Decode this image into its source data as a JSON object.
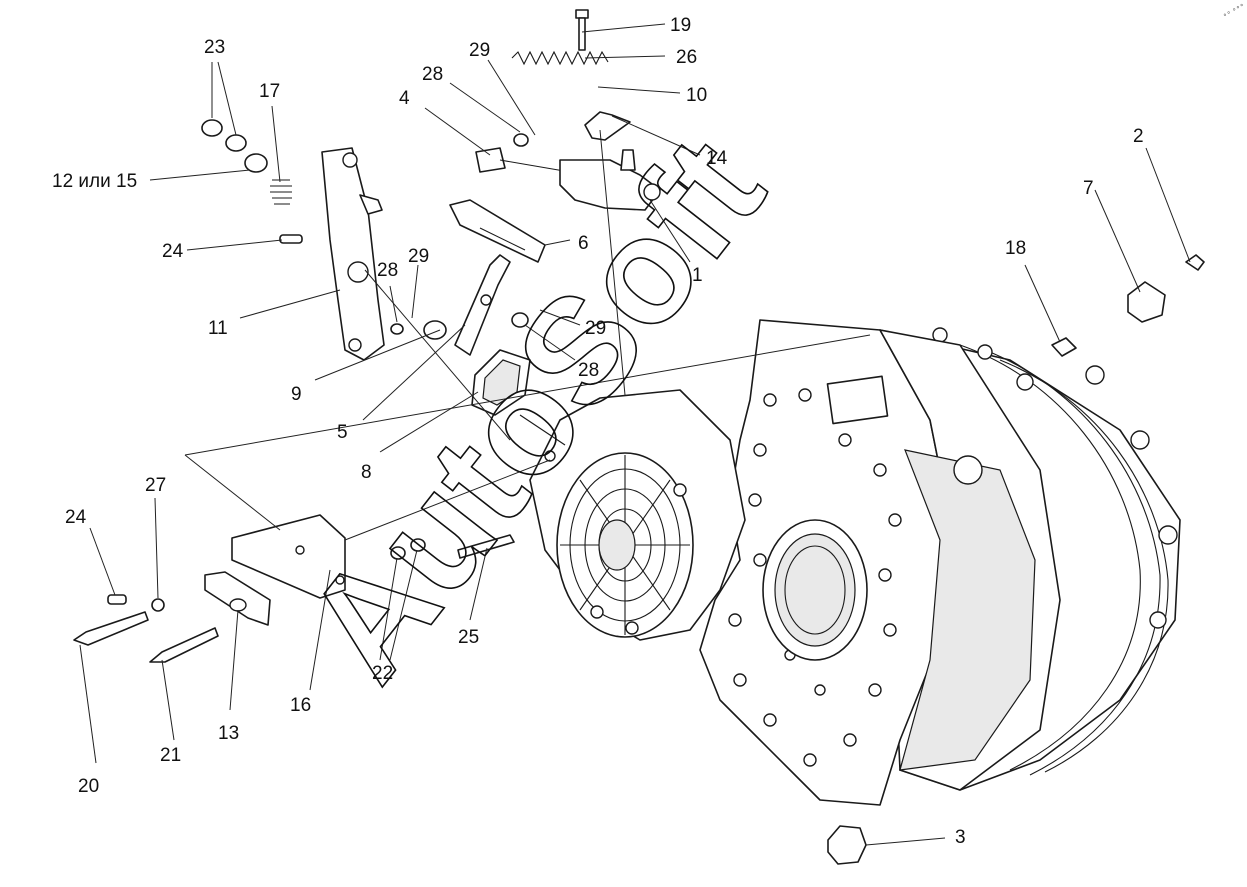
{
  "watermark": "AutoSoft",
  "corner_mark": "∘∘ ∘∘∘",
  "callouts": [
    {
      "id": "c1",
      "text": "1"
    },
    {
      "id": "c2",
      "text": "2"
    },
    {
      "id": "c3",
      "text": "3"
    },
    {
      "id": "c4",
      "text": "4"
    },
    {
      "id": "c5",
      "text": "5"
    },
    {
      "id": "c6",
      "text": "6"
    },
    {
      "id": "c7",
      "text": "7"
    },
    {
      "id": "c8",
      "text": "8"
    },
    {
      "id": "c9",
      "text": "9"
    },
    {
      "id": "c10",
      "text": "10"
    },
    {
      "id": "c11",
      "text": "11"
    },
    {
      "id": "c12",
      "text": "12 или 15"
    },
    {
      "id": "c13",
      "text": "13"
    },
    {
      "id": "c14",
      "text": "14"
    },
    {
      "id": "c16",
      "text": "16"
    },
    {
      "id": "c17",
      "text": "17"
    },
    {
      "id": "c18",
      "text": "18"
    },
    {
      "id": "c19",
      "text": "19"
    },
    {
      "id": "c20",
      "text": "20"
    },
    {
      "id": "c21",
      "text": "21"
    },
    {
      "id": "c22",
      "text": "22"
    },
    {
      "id": "c23",
      "text": "23"
    },
    {
      "id": "c24a",
      "text": "24"
    },
    {
      "id": "c24b",
      "text": "24"
    },
    {
      "id": "c25",
      "text": "25"
    },
    {
      "id": "c26",
      "text": "26"
    },
    {
      "id": "c27",
      "text": "27"
    },
    {
      "id": "c28a",
      "text": "28"
    },
    {
      "id": "c28b",
      "text": "28"
    },
    {
      "id": "c28c",
      "text": "28"
    },
    {
      "id": "c29a",
      "text": "29"
    },
    {
      "id": "c29b",
      "text": "29"
    },
    {
      "id": "c29c",
      "text": "29"
    }
  ]
}
